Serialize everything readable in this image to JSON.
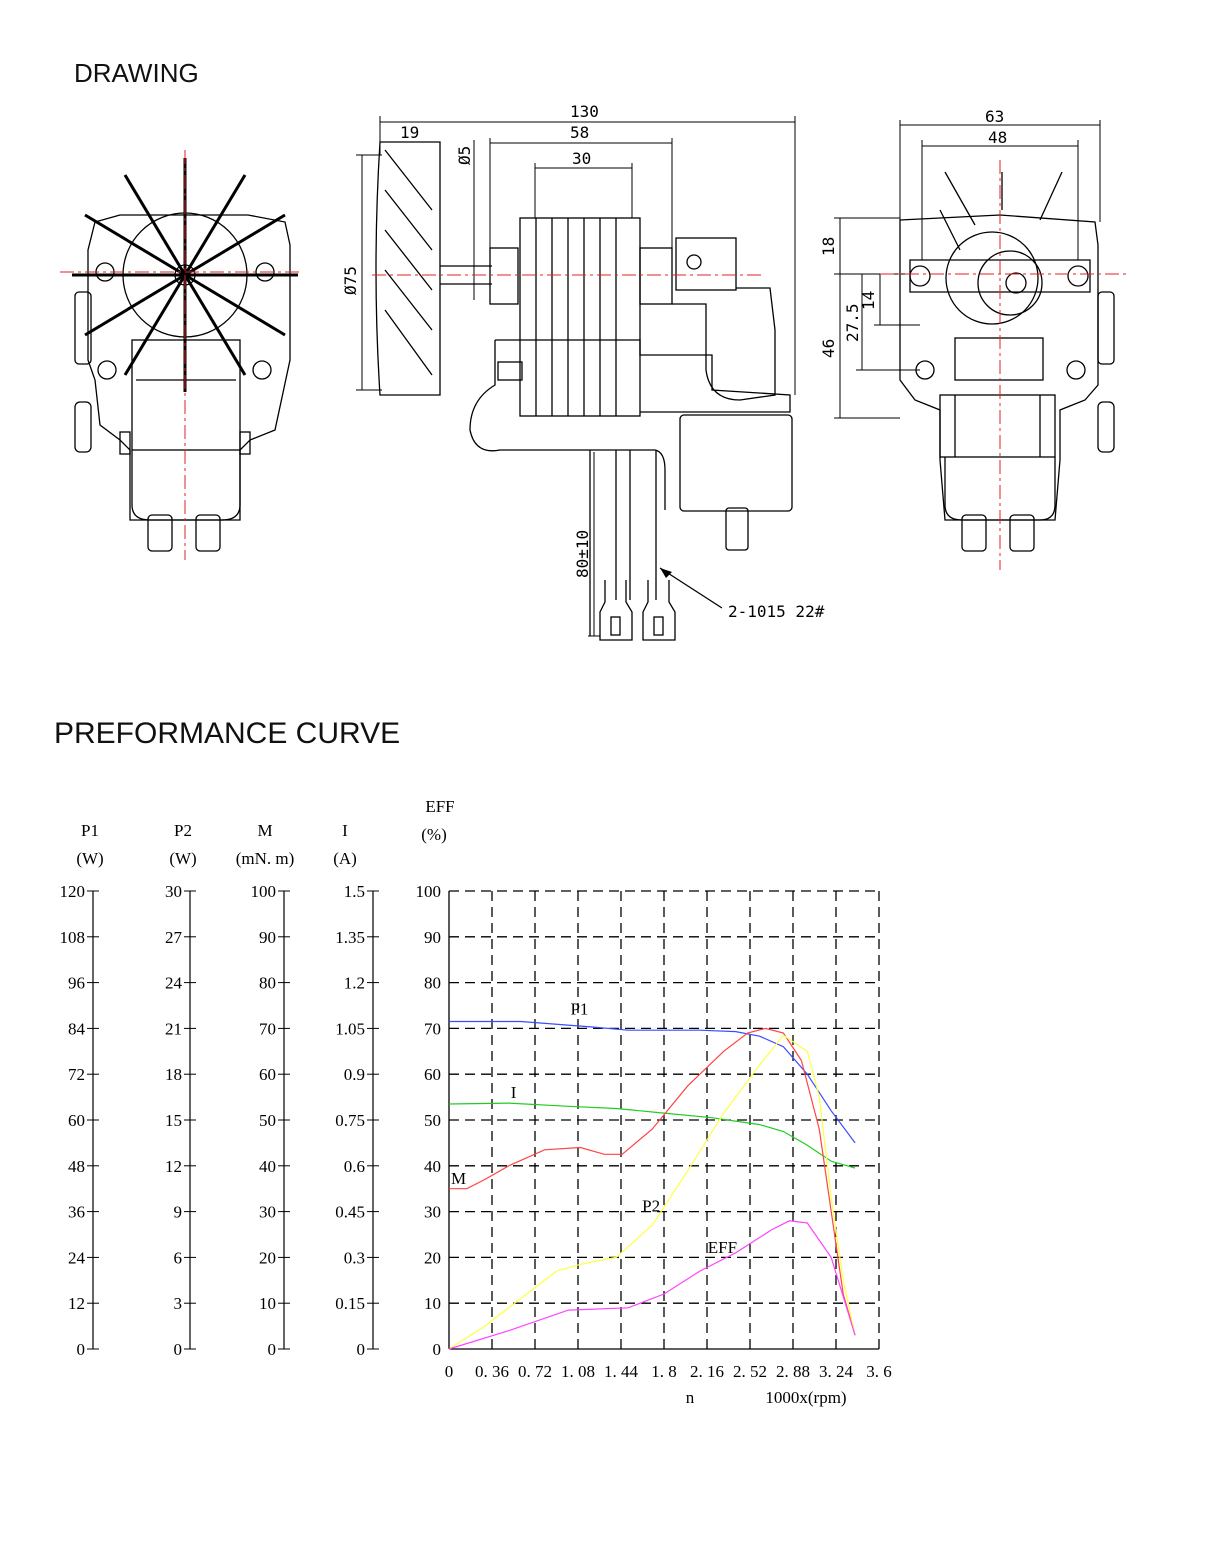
{
  "headings": {
    "drawing": "DRAWING",
    "curve": "PREFORMANCE CURVE"
  },
  "dimensions": {
    "d130": "130",
    "d19": "19",
    "d58": "58",
    "d30": "30",
    "dphi5": "Ø5",
    "dphi75": "Ø75",
    "d63": "63",
    "d48": "48",
    "d18": "18",
    "d14": "14",
    "d27_5": "27.5",
    "d46": "46",
    "d80": "80±10",
    "wire": "2-1015  22#"
  },
  "chart_data": {
    "type": "line",
    "xlabel": "n",
    "xunit": "1000x(rpm)",
    "x_ticks": [
      "0",
      "0. 36",
      "0. 72",
      "1. 08",
      "1. 44",
      "1. 8",
      "2. 16",
      "2. 52",
      "2. 88",
      "3. 24",
      "3. 6"
    ],
    "xlim": [
      0,
      3.6
    ],
    "grid": true,
    "axes": [
      {
        "name": "P1",
        "unit": "(W)",
        "ticks": [
          "120",
          "108",
          "96",
          "84",
          "72",
          "60",
          "48",
          "36",
          "24",
          "12",
          "0"
        ]
      },
      {
        "name": "P2",
        "unit": "(W)",
        "ticks": [
          "30",
          "27",
          "24",
          "21",
          "18",
          "15",
          "12",
          "9",
          "6",
          "3",
          "0"
        ]
      },
      {
        "name": "M",
        "unit": "(mN. m)",
        "ticks": [
          "100",
          "90",
          "80",
          "70",
          "60",
          "50",
          "40",
          "30",
          "20",
          "10",
          "0"
        ]
      },
      {
        "name": "I",
        "unit": "(A)",
        "ticks": [
          "1.5",
          "1.35",
          "1.2",
          "1.05",
          "0.9",
          "0.75",
          "0.6",
          "0.45",
          "0.3",
          "0.15",
          "0"
        ]
      },
      {
        "name": "EFF",
        "unit": "(%)",
        "ticks": [
          "100",
          "90",
          "80",
          "70",
          "60",
          "50",
          "40",
          "30",
          "20",
          "10",
          "0"
        ]
      }
    ],
    "series": [
      {
        "name": "P1",
        "color": "#3a4cff",
        "x": [
          0,
          0.6,
          1.2,
          1.5,
          1.8,
          2.1,
          2.4,
          2.6,
          2.8,
          3.0,
          3.2,
          3.4
        ],
        "y": [
          71.5,
          71.5,
          70.3,
          69.6,
          69.6,
          69.6,
          69.3,
          68.3,
          66,
          60,
          52,
          45
        ]
      },
      {
        "name": "I",
        "color": "#22cc22",
        "x": [
          0,
          0.5,
          1.0,
          1.4,
          1.8,
          2.2,
          2.6,
          2.8,
          3.0,
          3.2,
          3.4
        ],
        "y": [
          53.5,
          53.7,
          53,
          52.5,
          51.5,
          50.5,
          49,
          47.5,
          44.5,
          41,
          39.5
        ]
      },
      {
        "name": "M",
        "color": "#ff4444",
        "x": [
          0,
          0.15,
          0.3,
          0.5,
          0.8,
          1.1,
          1.3,
          1.45,
          1.7,
          2.0,
          2.3,
          2.5,
          2.65,
          2.8,
          2.95,
          3.1,
          3.2,
          3.3,
          3.4
        ],
        "y": [
          35,
          35,
          37,
          40,
          43.5,
          44,
          42.5,
          42.5,
          48,
          57.5,
          65,
          69,
          70,
          69,
          63,
          48,
          30,
          12,
          3
        ]
      },
      {
        "name": "P2",
        "color": "#ffff44",
        "x": [
          0,
          0.3,
          0.6,
          0.9,
          1.1,
          1.4,
          1.7,
          2.0,
          2.3,
          2.6,
          2.8,
          3.0,
          3.1,
          3.2,
          3.3,
          3.4
        ],
        "y": [
          0,
          5,
          11,
          17,
          18.5,
          20,
          27,
          39,
          51.5,
          62,
          68.5,
          65,
          55,
          33,
          15,
          3
        ]
      },
      {
        "name": "EFF",
        "color": "#ff44ff",
        "x": [
          0,
          0.5,
          1.0,
          1.5,
          1.8,
          2.1,
          2.4,
          2.7,
          2.85,
          3.0,
          3.2,
          3.4
        ],
        "y": [
          0,
          4,
          8.5,
          9,
          12,
          17,
          21,
          26,
          28,
          27.5,
          20,
          3
        ]
      }
    ]
  }
}
